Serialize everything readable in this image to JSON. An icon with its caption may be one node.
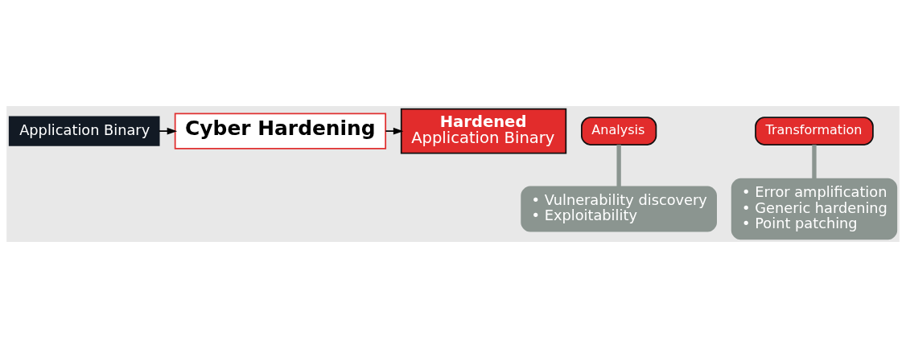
{
  "diagram": {
    "nodes": [
      {
        "text": [
          "Application Binary"
        ]
      },
      {
        "text": [
          "Cyber Hardening"
        ]
      },
      {
        "text": [
          "Hardened",
          "Application Binary"
        ]
      },
      {
        "text": [
          "Analysis"
        ]
      },
      {
        "text": [
          "Transformation"
        ]
      },
      {
        "text": [
          "• Vulnerability discovery",
          "• Exploitability"
        ]
      },
      {
        "text": [
          "• Error amplification",
          "• Generic hardening",
          "• Point patching"
        ]
      }
    ],
    "edges": [
      {
        "from": 0,
        "to": 1,
        "arrow": "to"
      },
      {
        "from": 1,
        "to": 2,
        "arrow": "to"
      },
      {
        "from": 5,
        "to": 3,
        "arrow": "none",
        "style": "thick",
        "color": "#8b9590"
      },
      {
        "from": 6,
        "to": 4,
        "arrow": "none",
        "style": "thick",
        "color": "#8b9590"
      }
    ]
  }
}
